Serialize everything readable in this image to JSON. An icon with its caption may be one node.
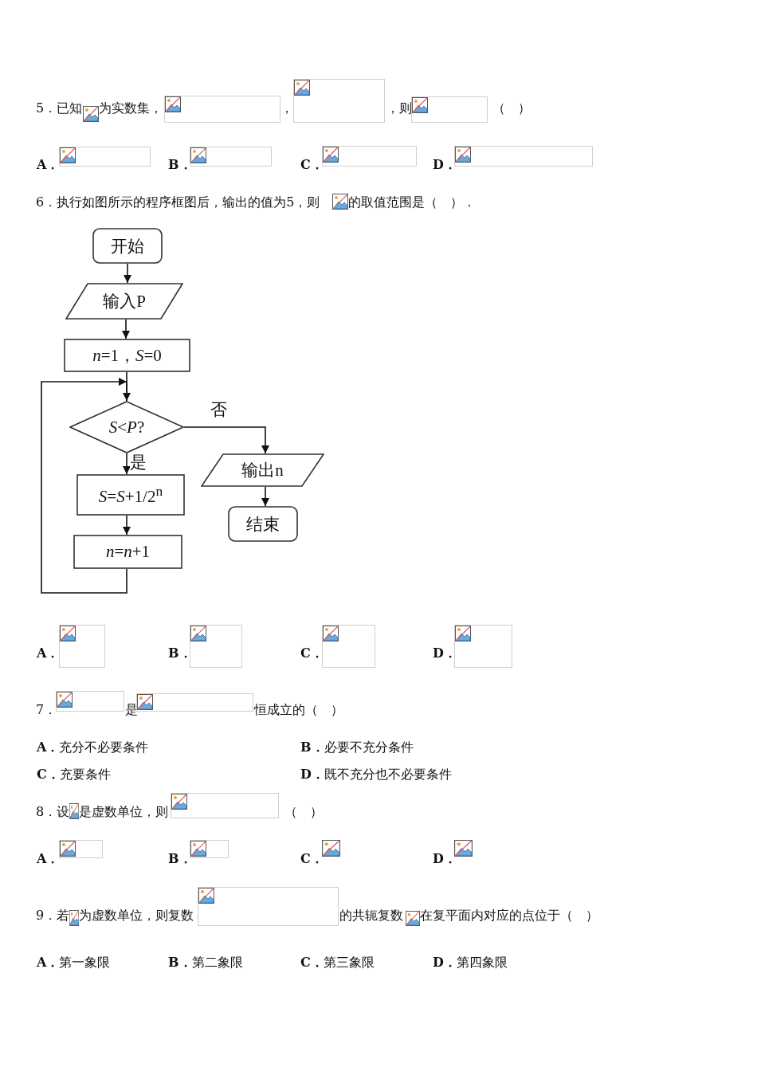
{
  "diagram": {
    "nodes": [
      {
        "text": [
          "开始"
        ]
      },
      {
        "text": [
          "输入P"
        ]
      },
      {
        "text": [
          "*n*=1，*S*=0"
        ]
      },
      {
        "text": [
          "*S*<*P*?"
        ]
      },
      {
        "text": [
          "*S*=*S*+1/2$^{n}$"
        ]
      },
      {
        "text": [
          "*n*=*n*+1"
        ]
      },
      {
        "text": [
          "输出n"
        ]
      },
      {
        "text": [
          "结束"
        ]
      }
    ],
    "edges": [
      {
        "from": 0,
        "to": 1,
        "arrow": "to"
      },
      {
        "from": 1,
        "to": 2,
        "arrow": "to"
      },
      {
        "from": 2,
        "to": 3,
        "arrow": "to"
      },
      {
        "from": 3,
        "to": 4,
        "arrow": "to",
        "label": "是"
      },
      {
        "from": 4,
        "to": 5,
        "arrow": "to"
      },
      {
        "from": 5,
        "to": 3,
        "arrow": "to"
      },
      {
        "from": 3,
        "to": 6,
        "arrow": "to",
        "label": "否"
      },
      {
        "from": 6,
        "to": 7,
        "arrow": "to"
      }
    ],
    "labels": [
      "5．已知",
      "为实数集，",
      "，",
      "，则",
      "（　）",
      "A．",
      "B．",
      "C．",
      "D．",
      "6．执行如图所示的程序框图后，输出的值为5，则",
      "的取值范围是（　）．",
      "A．",
      "B．",
      "C．",
      "D．",
      "7．",
      "是",
      "恒成立的（　）",
      "**A．**充分不必要条件",
      "**B．**必要不充分条件",
      "**C．**充要条件",
      "**D．**既不充分也不必要条件",
      "8．设",
      "是虚数单位，则",
      "（　）",
      "A．",
      "B．",
      "C．",
      "D．",
      "9．若",
      "为虚数单位，则复数",
      "的共轭复数",
      "在复平面内对应的点位于（　）",
      "**A．**第一象限",
      "**B．**第二象限",
      "**C．**第三象限",
      "**D．**第四象限"
    ]
  }
}
